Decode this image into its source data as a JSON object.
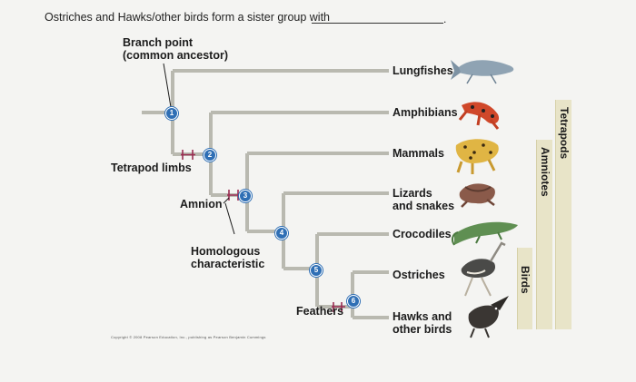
{
  "question": {
    "text": "Ostriches and Hawks/other birds form a sister group with",
    "period": "."
  },
  "labels": {
    "branch_point_line1": "Branch point",
    "branch_point_line2": "(common ancestor)",
    "tetrapod_limbs": "Tetrapod limbs",
    "amnion": "Amnion",
    "homologous_line1": "Homologous",
    "homologous_line2": "characteristic",
    "feathers": "Feathers",
    "copyright": "Copyright © 2008 Pearson Education, Inc., publishing as Pearson Benjamin Cummings"
  },
  "taxa": [
    {
      "line1": "Lungfishes",
      "line2": ""
    },
    {
      "line1": "Amphibians",
      "line2": ""
    },
    {
      "line1": "Mammals",
      "line2": ""
    },
    {
      "line1": "Lizards",
      "line2": "and snakes"
    },
    {
      "line1": "Crocodiles",
      "line2": ""
    },
    {
      "line1": "Ostriches",
      "line2": ""
    },
    {
      "line1": "Hawks and",
      "line2": "other birds"
    }
  ],
  "nodes": [
    "1",
    "2",
    "3",
    "4",
    "5",
    "6"
  ],
  "groups": {
    "tetrapods": "Tetrapods",
    "amniotes": "Amniotes",
    "birds": "Birds"
  },
  "colors": {
    "branch": "#b9b9b0",
    "node": "#2f6fb5",
    "trait_tick": "#9b2c52",
    "group_bar": "#e8e4c8"
  },
  "icons": {
    "lungfish": "lungfish-icon",
    "amphibian": "salamander-icon",
    "mammal": "leopard-icon",
    "lizard": "lizard-icon",
    "crocodile": "crocodile-icon",
    "ostrich": "ostrich-icon",
    "hawk": "hawk-icon"
  }
}
